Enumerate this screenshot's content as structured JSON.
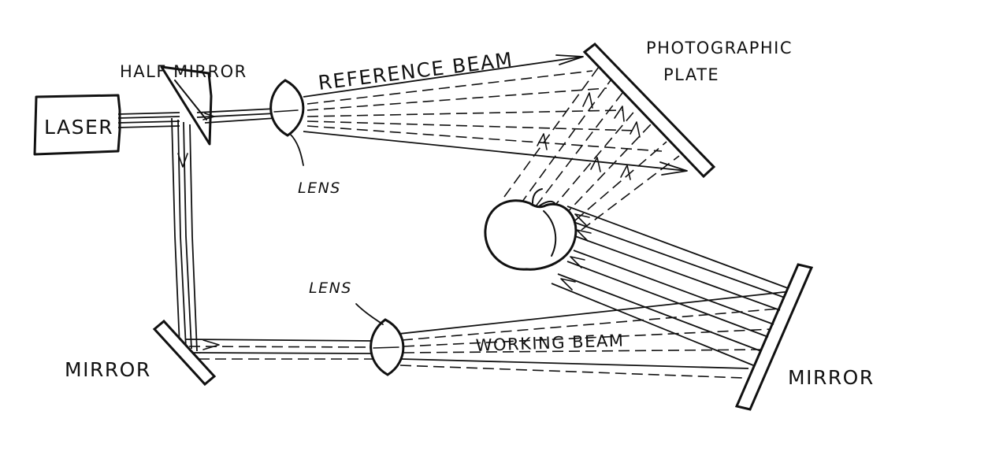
{
  "labels": {
    "laser": "LASER",
    "half_mirror": "HALF MIRROR",
    "reference_beam": "REFERENCE BEAM",
    "photographic_plate_line1": "PHOTOGRAPHIC",
    "photographic_plate_line2": "PLATE",
    "lens_top": "LENS",
    "lens_bottom": "LENS",
    "mirror_left": "MIRROR",
    "working_beam": "WORKING BEAM",
    "mirror_right": "MIRROR"
  },
  "style": {
    "ink_color": "#111111",
    "background": "#ffffff"
  }
}
